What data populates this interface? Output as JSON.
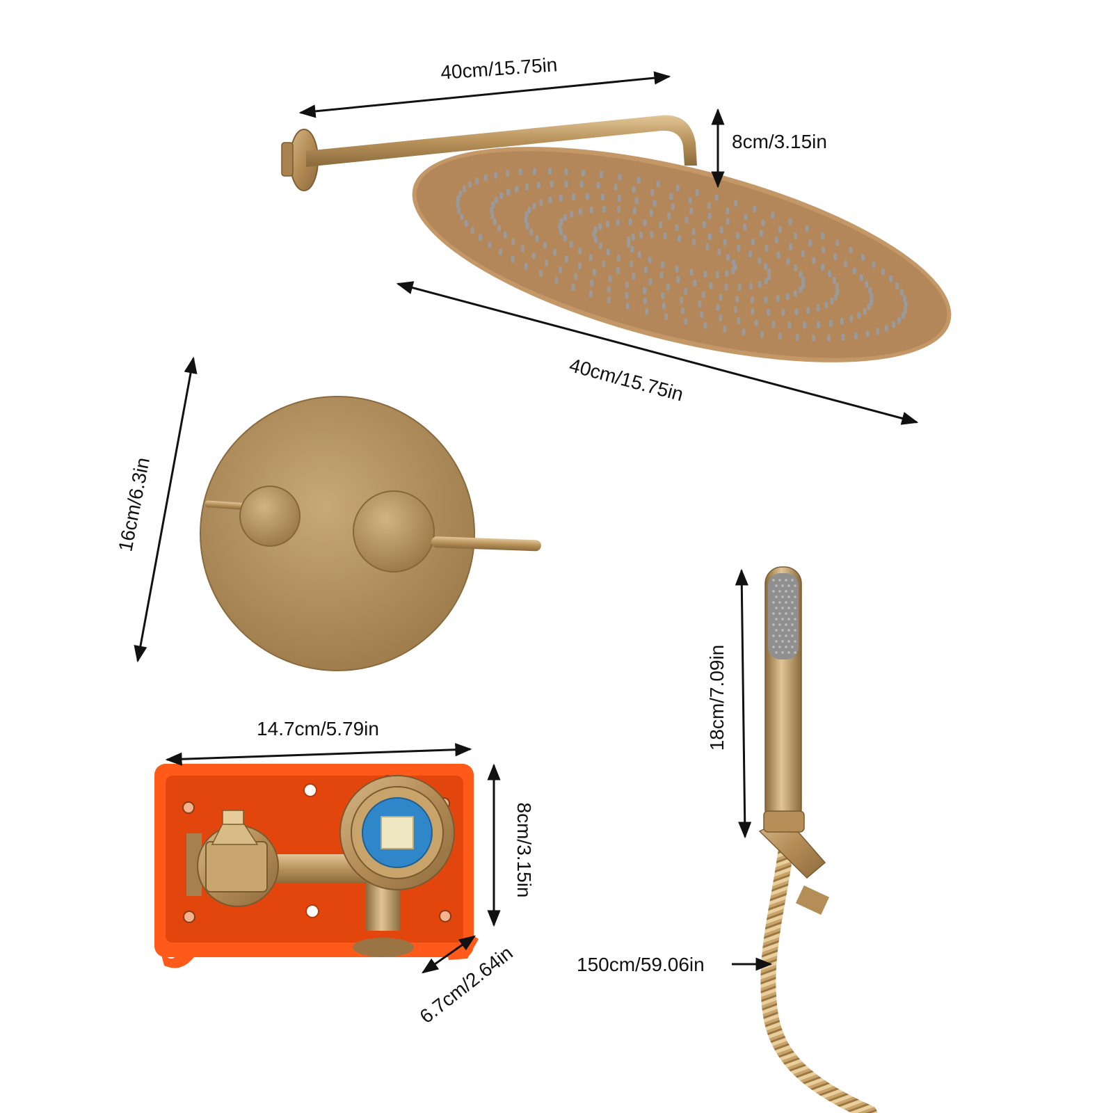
{
  "colors": {
    "brass": "#b8925a",
    "brass_dark": "#8a6a3c",
    "brass_light": "#d7b98a",
    "nozzle": "#9a9a9a",
    "box_orange": "#ff5a1a",
    "box_orange_dark": "#e2460c",
    "cartridge_blue": "#2f86c9",
    "cartridge_cream": "#efe6c2",
    "grip_gray": "#8f8f8f",
    "arrow": "#111111"
  },
  "components": {
    "shower_head": {
      "icon": "rain-shower-head-icon"
    },
    "wall_arm": {
      "icon": "shower-arm-icon"
    },
    "control_plate": {
      "icon": "mixer-valve-plate-icon"
    },
    "valve_box": {
      "icon": "concealed-valve-box-icon"
    },
    "hand_shower": {
      "icon": "hand-shower-icon"
    },
    "hose": {
      "icon": "shower-hose-icon"
    }
  },
  "dimensions": {
    "arm_length": "40cm/15.75in",
    "arm_drop": "8cm/3.15in",
    "head_diameter": "40cm/15.75in",
    "plate_diameter": "16cm/6.3in",
    "box_width": "14.7cm/5.79in",
    "box_height": "8cm/3.15in",
    "box_depth": "6.7cm/2.64in",
    "hand_shower_length": "18cm/7.09in",
    "hose_length": "150cm/59.06in"
  }
}
